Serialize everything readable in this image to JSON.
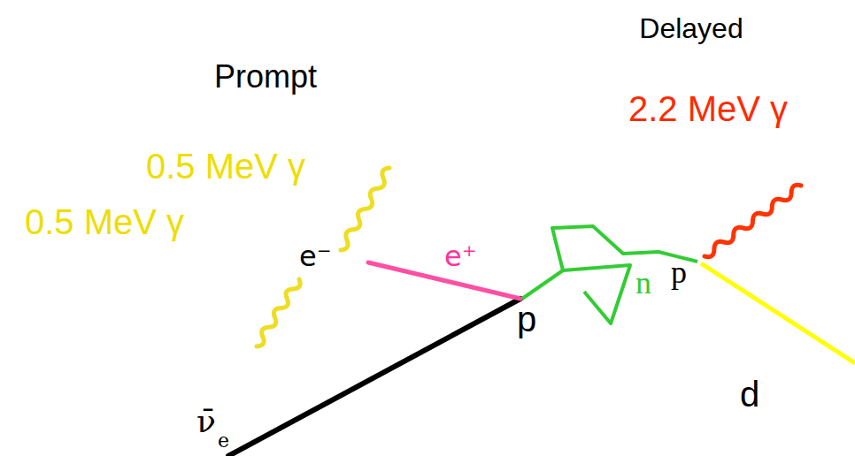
{
  "diagram": {
    "nodes": [
      {
        "text": [
          "Prompt",
          "0.5 MeV γ",
          "0.5 MeV γ",
          "e⁻",
          "e⁺",
          "p"
        ]
      },
      {
        "text": [
          "Delayed",
          "2.2 MeV γ",
          "p"
        ]
      }
    ],
    "labels": [
      "n",
      "d",
      "ν̄",
      "e"
    ]
  }
}
